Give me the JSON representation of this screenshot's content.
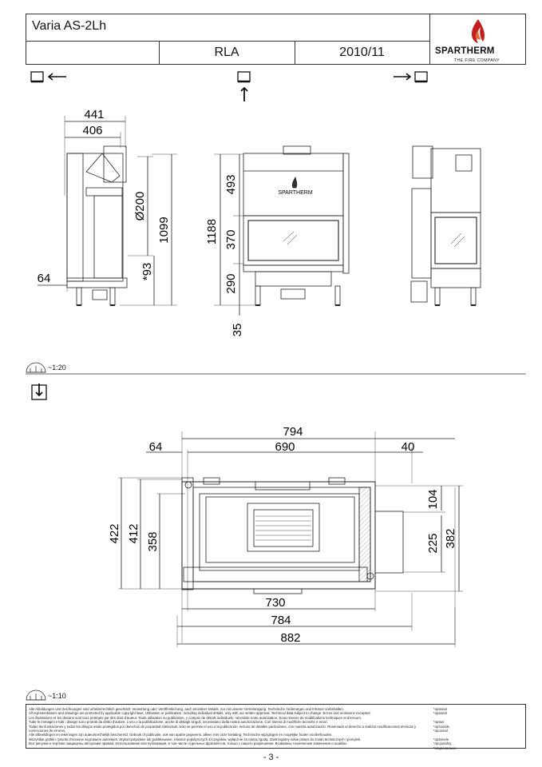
{
  "header": {
    "model": "Varia AS-2Lh",
    "code": "RLA",
    "date": "2010/11",
    "brand": "SPARTHERM",
    "tagline": "THE FIRE COMPANY"
  },
  "scales": {
    "top": "~1:20",
    "bottom": "~1:10"
  },
  "side_view": {
    "dims": {
      "w441": "441",
      "w406": "406",
      "d200": "Ø200",
      "h1099": "1099",
      "h93": "*93",
      "w64": "64"
    }
  },
  "front_view": {
    "dims": {
      "h1188": "1188",
      "h493": "493",
      "h370": "370",
      "h290": "290",
      "h35": "35"
    },
    "door_brand": "SPARTHERM"
  },
  "plan_view": {
    "dims": {
      "w794": "794",
      "w690": "690",
      "w64": "64",
      "w40": "40",
      "h422": "422",
      "h412": "412",
      "h358": "358",
      "h104": "104",
      "h225": "225",
      "h382": "382",
      "w730": "730",
      "w784": "784",
      "w882": "882"
    }
  },
  "disclaimer": {
    "lines": [
      "Alle Abbildungen und Zeichnungen sind urheberrechtlich geschützt. Verwertung oder Veröffentlichung, auch einzelner Details, nur mit unserer Genehmigung. Technische Änderungen und Irrtümer vorbehalten.",
      "All representations and drawings are protected by applicable copyright laws. Utilisation or publication, including individual details, only with our written approval. Technical data subject to change. Errors and omissions excepted.",
      "Les illustrations et les dessins sont tous protégés par des droit d'auteur. Toute utilisation ou publication, y compris de détails individuels, nécessite notre autorisation. Sous réserve de modifications techniques et d'erreurs.",
      "Tutte le immagini e tutti i disegni sono protetti da diritto d'autore. L'uso o la pubblicazione, anche di dettagli singoli, necessitano della nostra autorizzazione. Con riserva di modifiche tecniche e errori.",
      "Todas las ilustraciones y todos los dibujos están protegidos por derechos de propiedad intelectual. Solo se permite el uso o la publicación, incluso de detalles particulares, con nuestra autorización. Reservado el derecho a realizar modificaciones técnicas y correcciones de errores.",
      "Alle afbeeldingen en tekeningen zijn auteursrechtelijk beschermd. Gebruik of publicatie, ook van aparte gegevens, alleen met onze toelating. Technische wijzigingen en mogelijke fouten voorbehouden.",
      "Wszystkie grafiki i rysunki chronione są prawem autorskim. Wykorzystywanie lub publikowanie, również pojedynczych szczegółów, wyłącznie za naszą zgodą. Zastrzegamy sobie prawo do zmian technicznych i pomyłek.",
      "Все рисунки и чертежи защищены авторским правом. Использование или публикация, в том числе отдельных фрагментов, только с нашего разрешения. Возможны технические изменения и ошибки."
    ],
    "side": [
      "*optional",
      "*optional",
      "",
      "*option",
      "*opzionale",
      "*opcional",
      "",
      "*optionele",
      "*opcjonalny",
      "*опционально"
    ]
  },
  "page_number": "- 3 -"
}
